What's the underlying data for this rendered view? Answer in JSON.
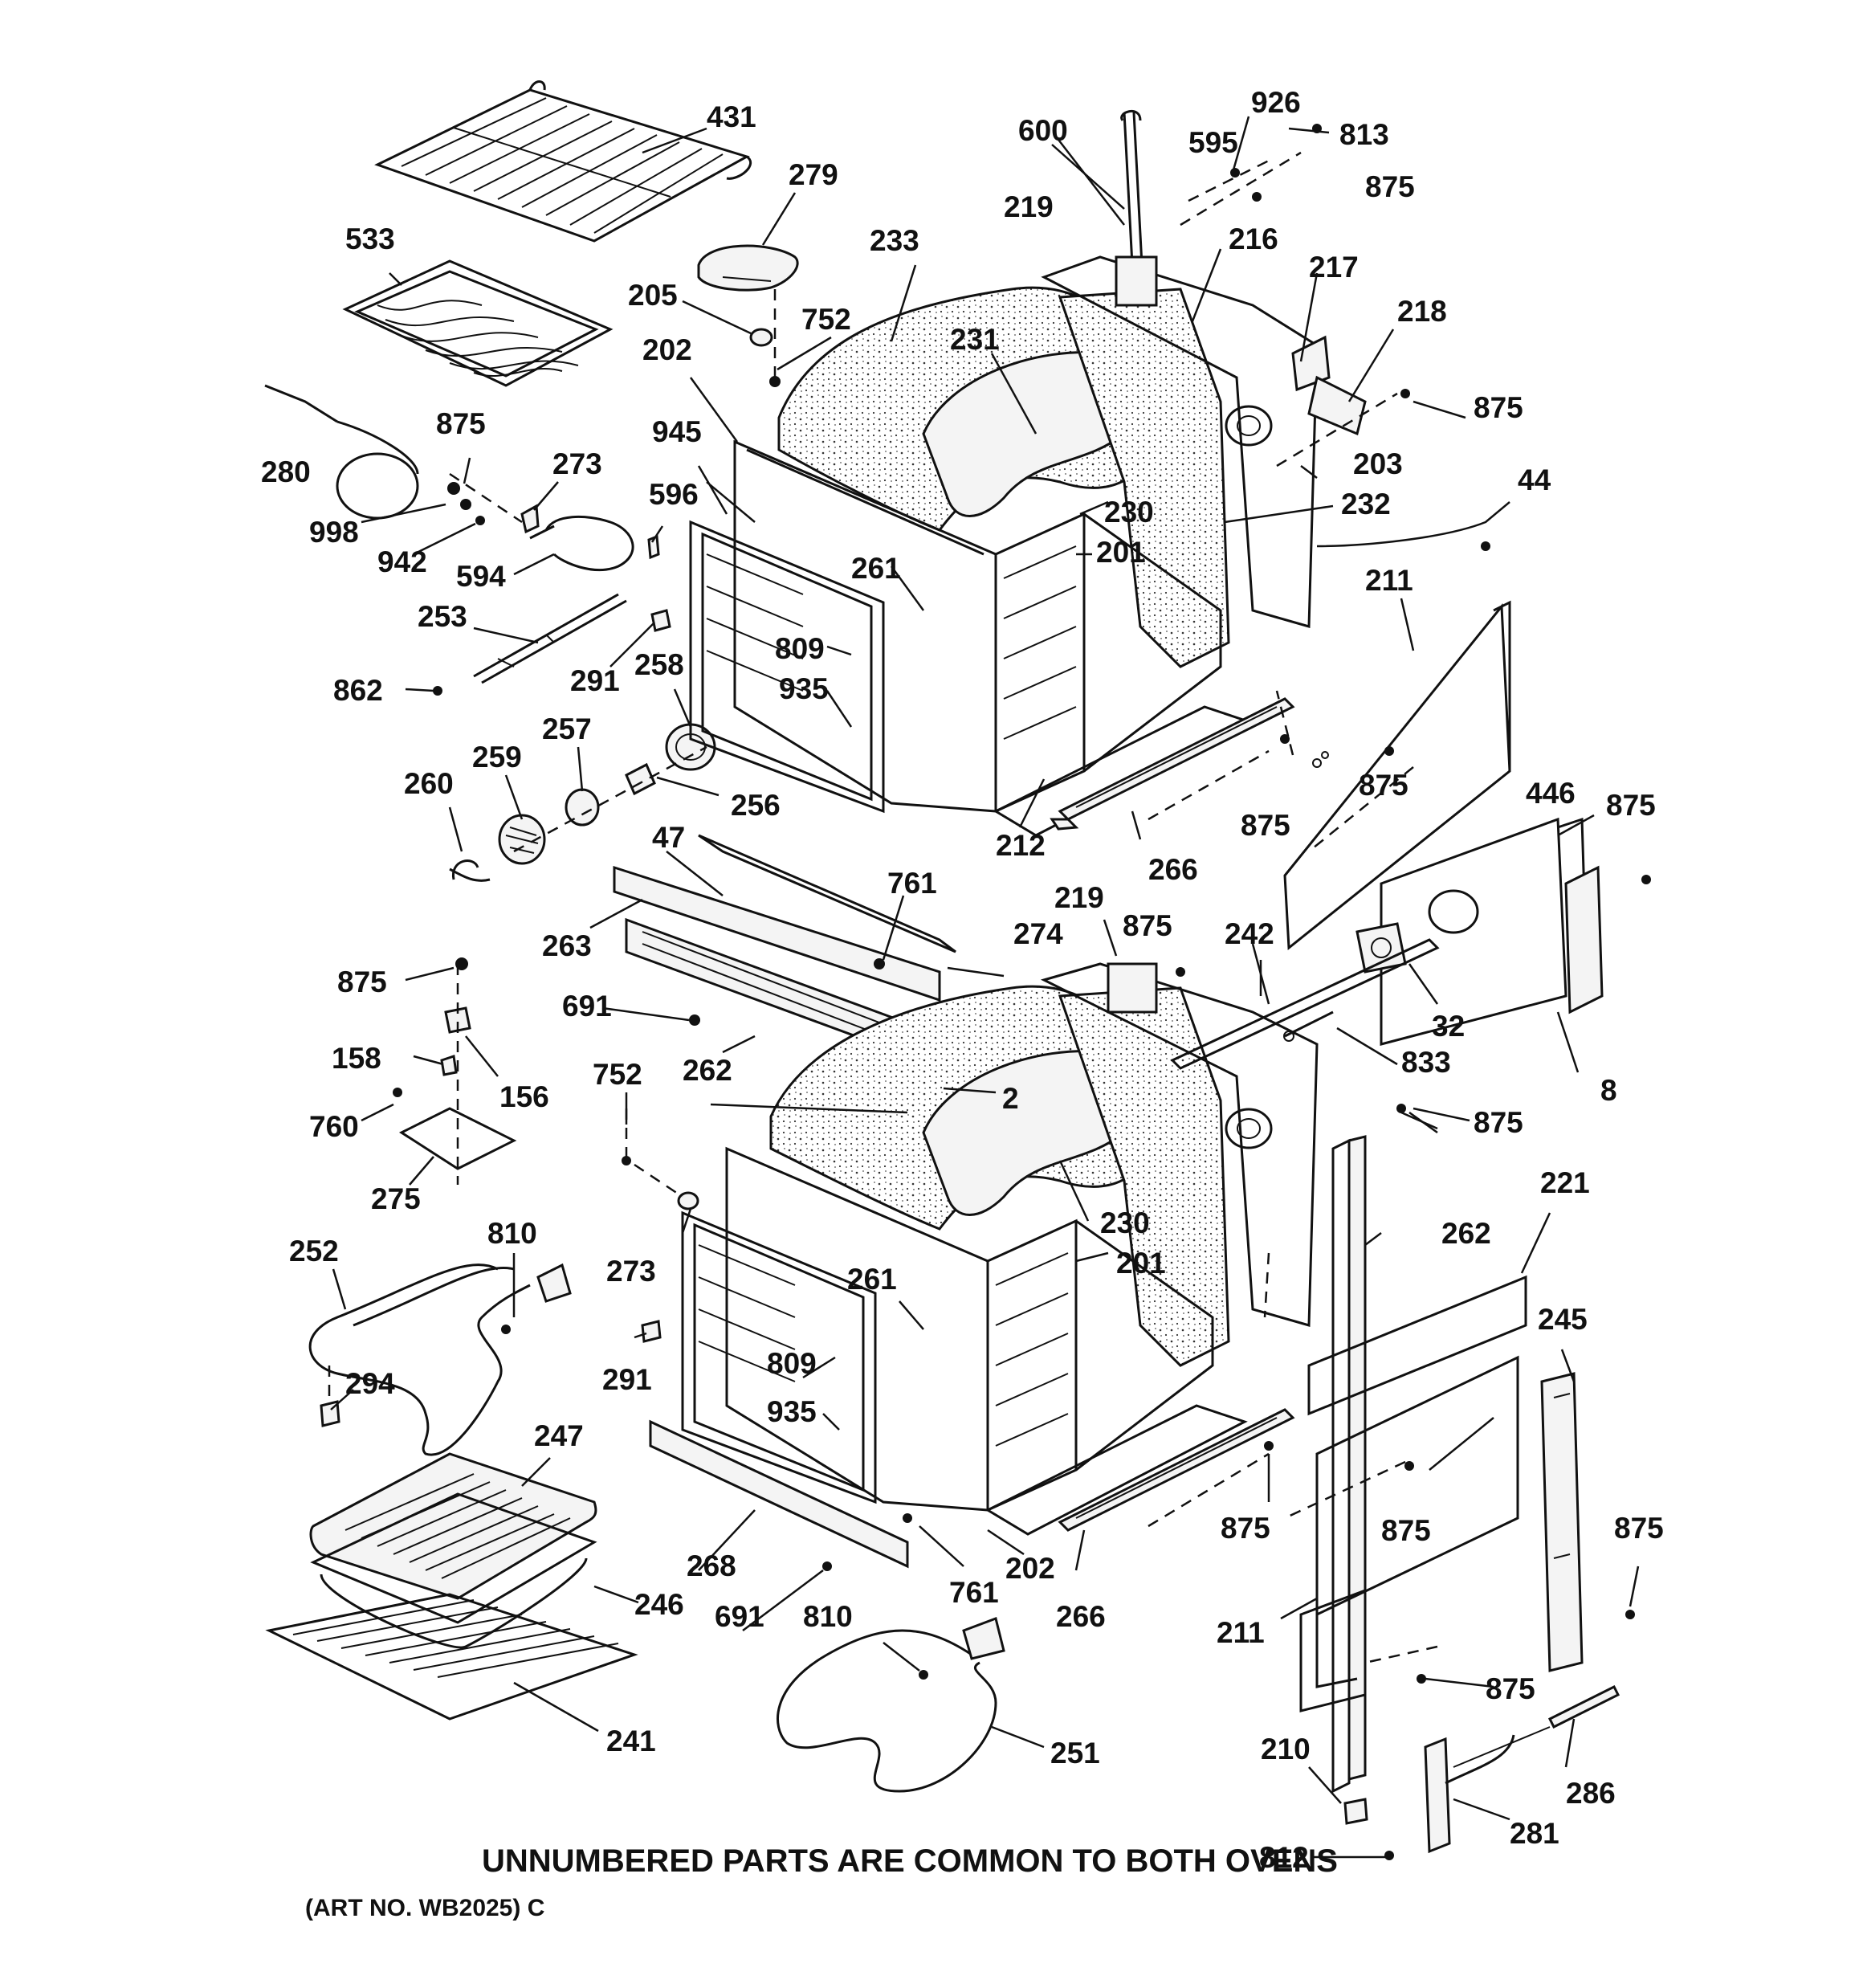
{
  "diagram": {
    "colors": {
      "ink": "#111111",
      "paper": "#ffffff"
    },
    "footer_note": "UNNUMBERED PARTS ARE COMMON TO BOTH OVENS",
    "art_number": "(ART NO. WB2025) C",
    "callouts": [
      "431",
      "279",
      "533",
      "205",
      "752",
      "233",
      "231",
      "202",
      "875",
      "273",
      "945",
      "596",
      "280",
      "998",
      "942",
      "594",
      "253",
      "291",
      "862",
      "258",
      "809",
      "935",
      "257",
      "259",
      "256",
      "260",
      "600",
      "926",
      "813",
      "595",
      "219",
      "216",
      "217",
      "218",
      "203",
      "232",
      "44",
      "230",
      "201",
      "261",
      "211",
      "266",
      "212",
      "446",
      "47",
      "761",
      "263",
      "274",
      "691",
      "262",
      "158",
      "156",
      "760",
      "275",
      "752",
      "273",
      "2",
      "230",
      "201",
      "261",
      "809",
      "935",
      "291",
      "810",
      "252",
      "294",
      "247",
      "246",
      "241",
      "268",
      "691",
      "761",
      "202",
      "810",
      "251",
      "266",
      "219",
      "875",
      "242",
      "32",
      "833",
      "8",
      "875",
      "262",
      "221",
      "245",
      "875",
      "211",
      "875",
      "210",
      "812",
      "281",
      "286",
      "875",
      "875",
      "875",
      "875",
      "875",
      "875",
      "875",
      "875"
    ]
  }
}
